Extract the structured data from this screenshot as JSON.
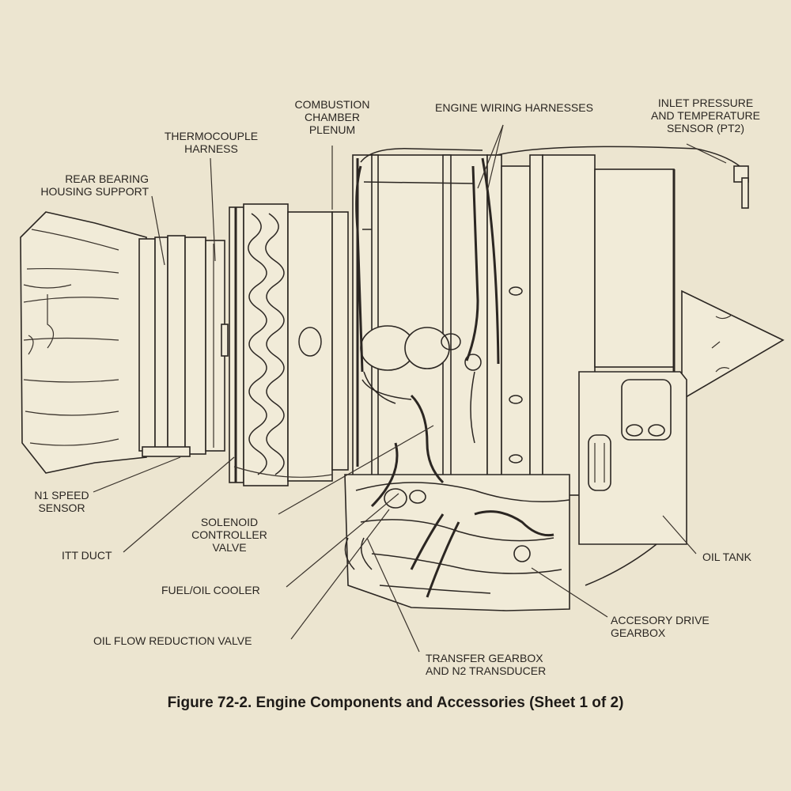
{
  "labels": {
    "rear_bearing": [
      "REAR BEARING",
      "HOUSING SUPPORT"
    ],
    "thermocouple": [
      "THERMOCOUPLE",
      "HARNESS"
    ],
    "combustion": [
      "COMBUSTION",
      "CHAMBER",
      "PLENUM"
    ],
    "wiring": [
      "ENGINE WIRING HARNESSES"
    ],
    "inlet": [
      "INLET PRESSURE",
      "AND TEMPERATURE",
      "SENSOR (PT2)"
    ],
    "n1": [
      "N1 SPEED",
      "SENSOR"
    ],
    "itt": [
      "ITT DUCT"
    ],
    "solenoid": [
      "SOLENOID",
      "CONTROLLER",
      "VALVE"
    ],
    "cooler": [
      "FUEL/OIL COOLER"
    ],
    "oil_flow": [
      "OIL FLOW REDUCTION VALVE"
    ],
    "transfer": [
      "TRANSFER GEARBOX",
      "AND N2 TRANSDUCER"
    ],
    "accessory": [
      "ACCESORY DRIVE",
      "GEARBOX"
    ],
    "oil_tank": [
      "OIL TANK"
    ]
  },
  "caption": "Figure 72-2.   Engine Components and Accessories (Sheet 1 of 2)",
  "colors": {
    "paper": "#ece5d0",
    "ink": "#2b2622"
  }
}
